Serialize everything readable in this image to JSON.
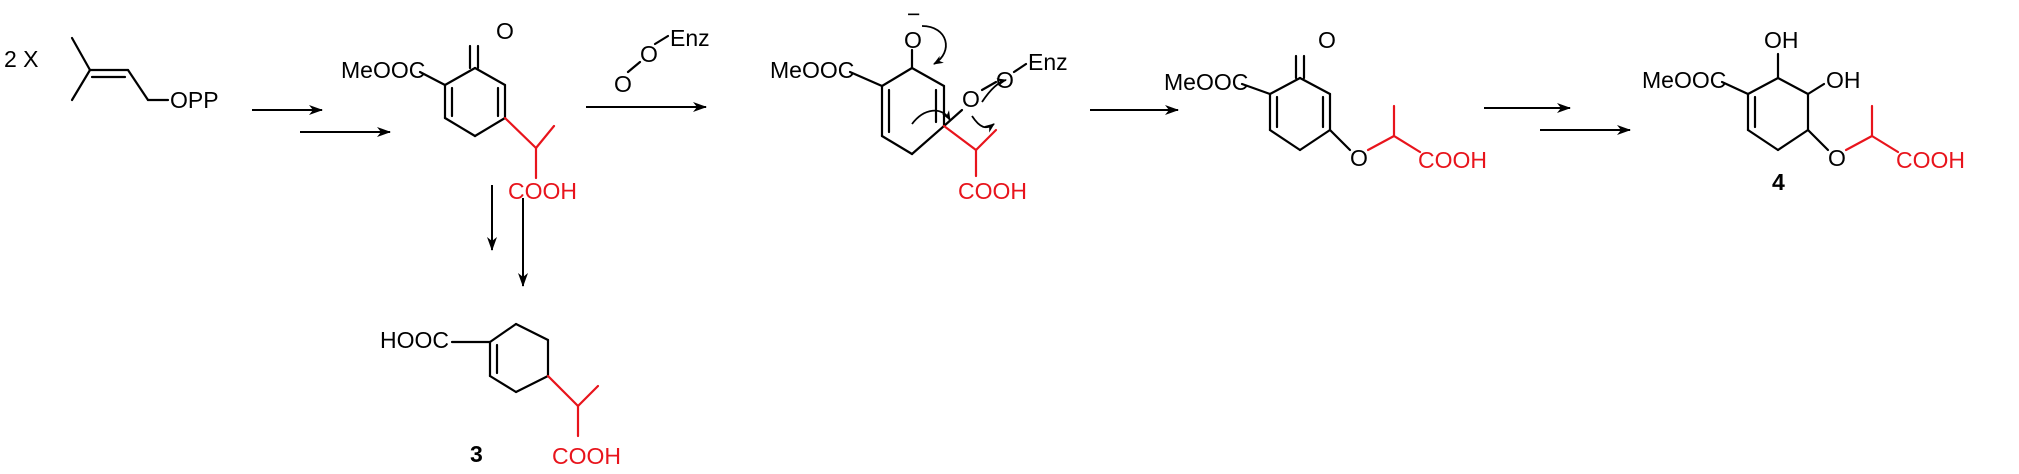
{
  "colors": {
    "ink": "#000000",
    "highlight": "#e8141c"
  },
  "labels": {
    "multiplier": "2 X",
    "opp": "OPP",
    "meooc": "MeOOC",
    "hooc": "HOOC",
    "keto_o": "O",
    "cooh": "COOH",
    "enz": "Enz",
    "peroxo_o": "O",
    "enolate_o": "O",
    "charge": "−",
    "ether_o": "O",
    "oh": "OH"
  },
  "compounds": {
    "three": "3",
    "four": "4"
  }
}
